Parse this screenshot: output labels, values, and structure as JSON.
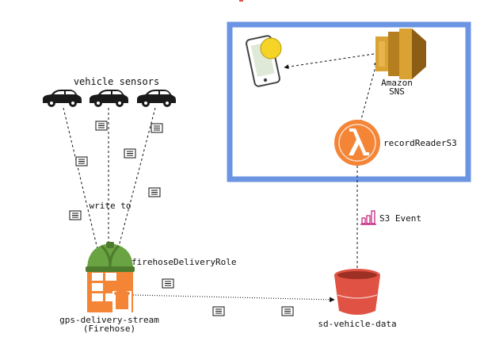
{
  "diagram": {
    "labels": {
      "vehicle_sensors": "vehicle sensors",
      "write_to": "write to",
      "firehose_role": "firehoseDeliveryRole",
      "firehose_name": "gps-delivery-stream",
      "firehose_sub": "(Firehose)",
      "bucket": "sd-vehicle-data",
      "s3_event": "S3 Event",
      "lambda": "recordReaderS3",
      "sns_line1": "Amazon",
      "sns_line2": "SNS"
    },
    "icons": {
      "cars": [
        "car-icon",
        "car-icon",
        "car-icon"
      ],
      "phone": "mobile-phone-icon",
      "sns": "amazon-sns-icon",
      "lambda": "aws-lambda-icon",
      "bucket": "s3-bucket-icon",
      "firehose": "kinesis-firehose-icon",
      "role": "iam-role-helmet-icon",
      "record": "document-icon",
      "event": "s3-event-icon"
    },
    "colors": {
      "frame": "#6b95e3",
      "lambda": "#f58536",
      "sns": "#d9a233",
      "bucket": "#e05243",
      "firehose": "#f58536",
      "helmet": "#6aa341",
      "event": "#c2187a",
      "phone_badge": "#f5d327"
    }
  }
}
